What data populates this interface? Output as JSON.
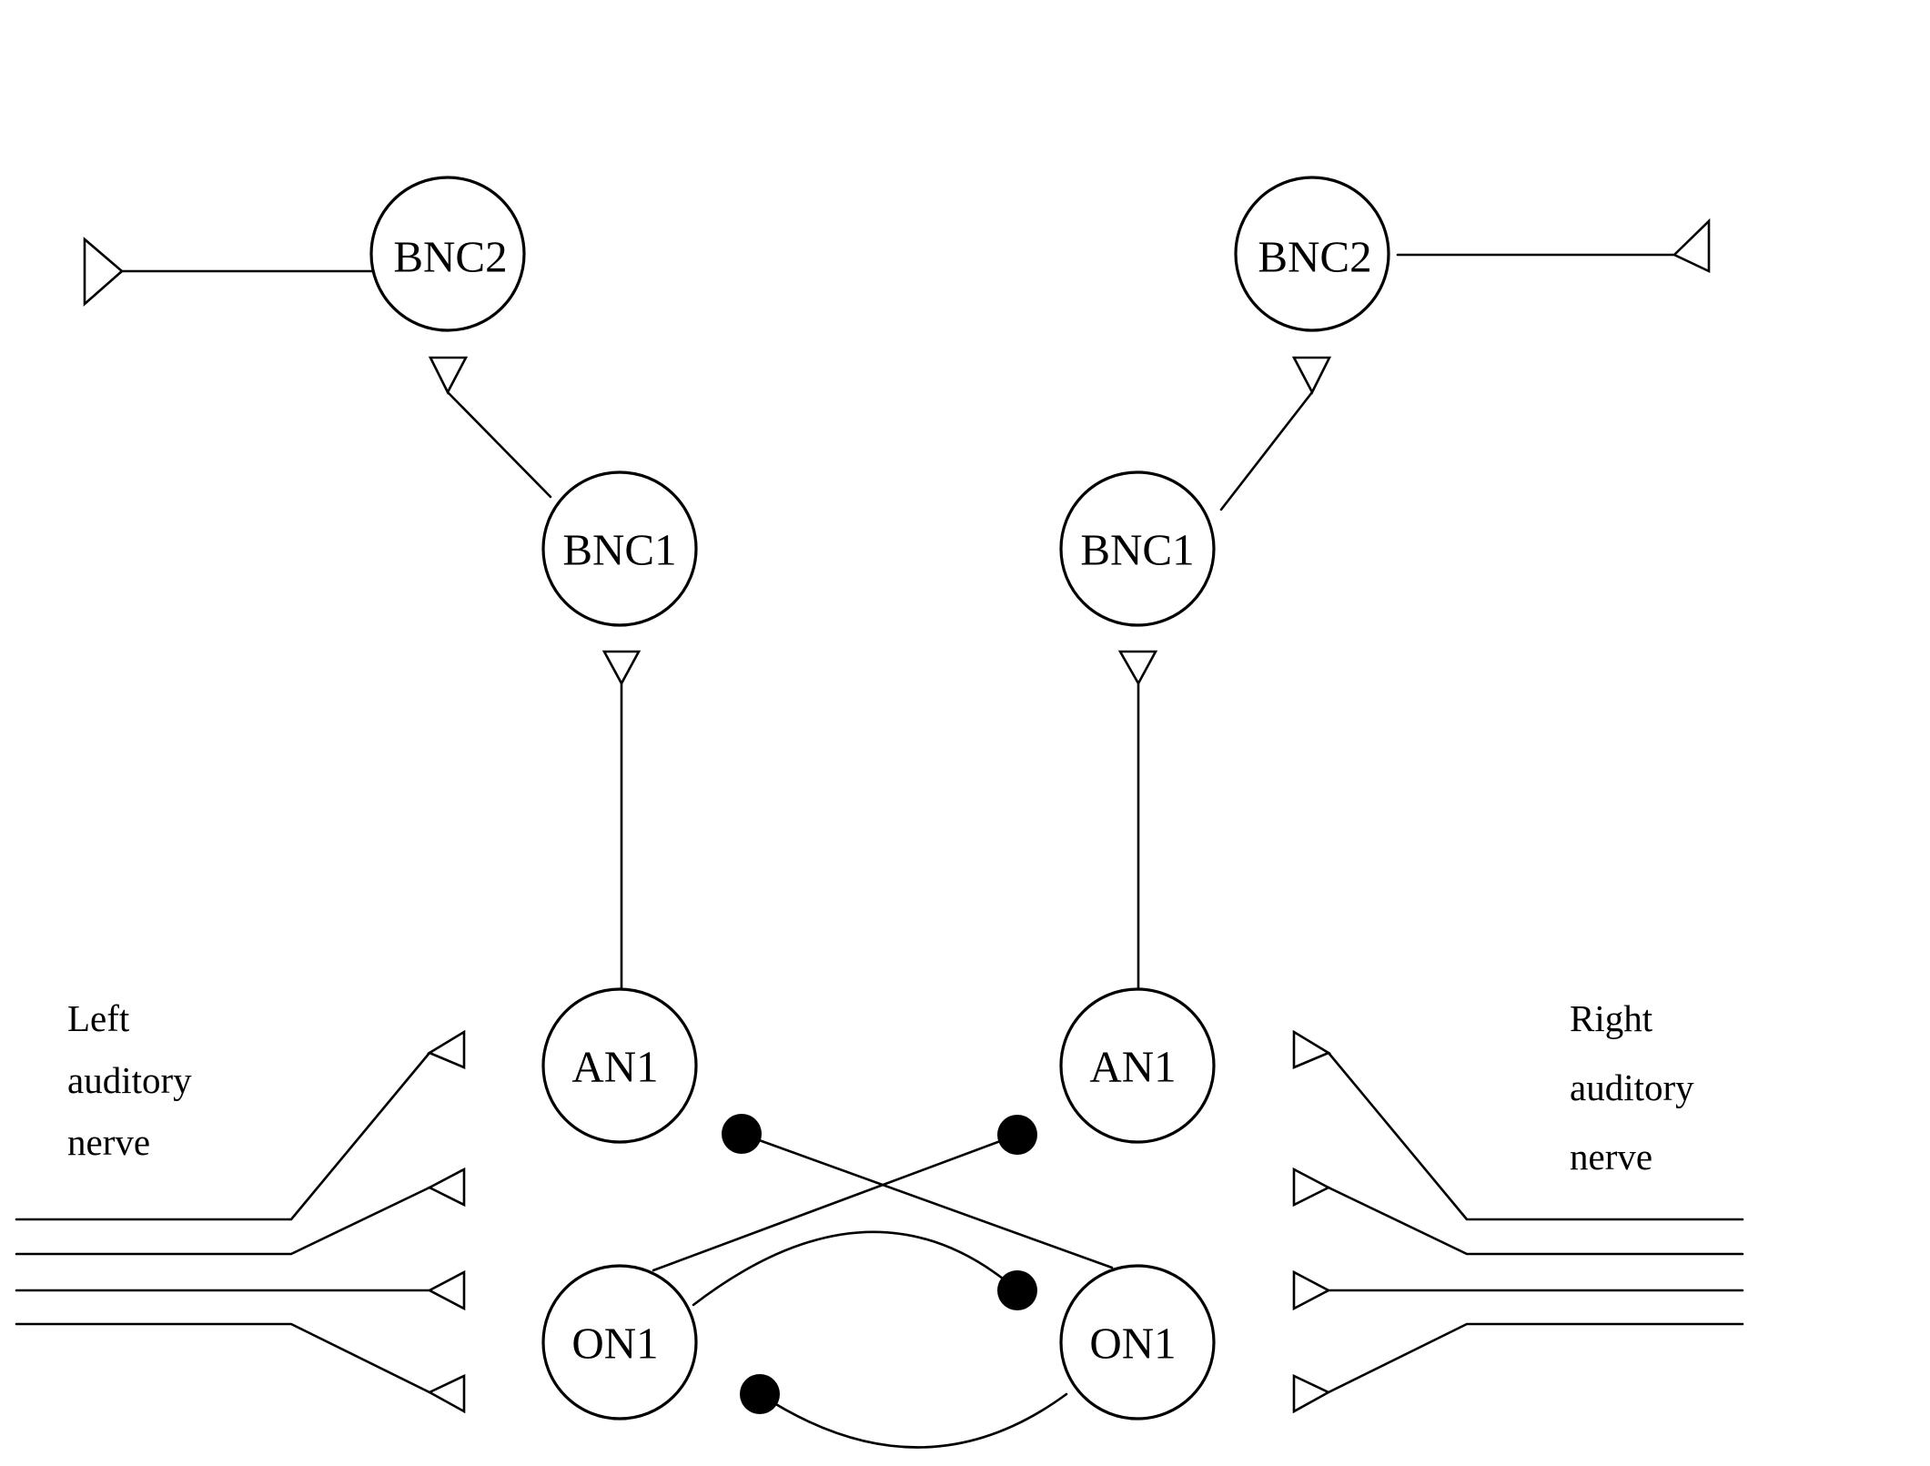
{
  "nodes": {
    "left_bnc2": "BNC2",
    "right_bnc2": "BNC2",
    "left_bnc1": "BNC1",
    "right_bnc1": "BNC1",
    "left_an1": "AN1",
    "right_an1": "AN1",
    "left_on1": "ON1",
    "right_on1": "ON1"
  },
  "labels": {
    "left_nerve": [
      "Left",
      "auditory",
      "nerve"
    ],
    "right_nerve": [
      "Right",
      "auditory",
      "nerve"
    ]
  },
  "legend_colors": {
    "stroke": "#000000",
    "background": "#ffffff"
  }
}
